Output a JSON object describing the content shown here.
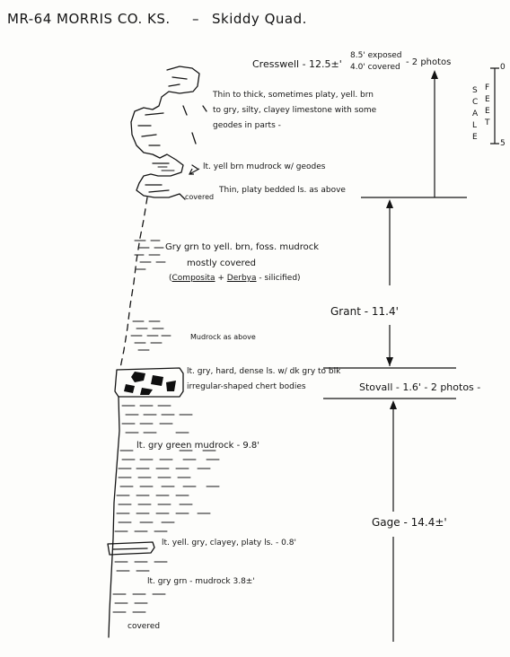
{
  "header": {
    "title_left": "MR-64 MORRIS CO. KS.",
    "title_dash": "–",
    "title_right": "Skiddy Quad."
  },
  "scale": {
    "letters": [
      "S",
      "C",
      "A",
      "L",
      "E"
    ],
    "feet_letters": [
      "F",
      "E",
      "E",
      "T"
    ],
    "top_tick": "0",
    "bottom_tick": "5"
  },
  "units": [
    {
      "name": "Cresswell - 12.5±'",
      "exposed": "8.5' exposed",
      "covered": "4.0' covered",
      "photos": "- 2 photos"
    },
    {
      "name": "Grant - 11.4'"
    },
    {
      "name": "Stovall - 1.6' - 2 photos -"
    },
    {
      "name": "Gage - 14.4±'"
    }
  ],
  "descriptions": {
    "cresswell_limestone": [
      "Thin to thick, sometimes platy, yell. brn",
      "to gry, silty, clayey limestone with some",
      "geodes in parts -"
    ],
    "mudrock_geodes": "lt. yell brn mudrock w/ geodes",
    "covered_label": "covered",
    "thin_platy": "Thin, platy bedded ls. as above",
    "grant_mudrock": [
      "Gry grn to yell. brn, foss. mudrock",
      "mostly covered"
    ],
    "fossils_prefix": "(",
    "fossil_1": "Composita",
    "fossil_join": " + ",
    "fossil_2": "Derbya",
    "fossil_suffix": " - silicified)",
    "mudrock_as_above": "Mudrock as above",
    "stovall": [
      "lt. gry, hard, dense ls. w/ dk gry to blk",
      "irregular-shaped chert bodies"
    ],
    "gage_mudrock": "lt. gry green mudrock - 9.8'",
    "gage_ls": "lt. yell. gry, clayey, platy ls. - 0.8'",
    "gage_lower_mudrock": "lt. gry grn - mudrock 3.8±'",
    "bottom_covered": "covered"
  },
  "colors": {
    "ink": "#141414",
    "paper": "#fdfdfb",
    "chert": "#0f0f0f"
  }
}
